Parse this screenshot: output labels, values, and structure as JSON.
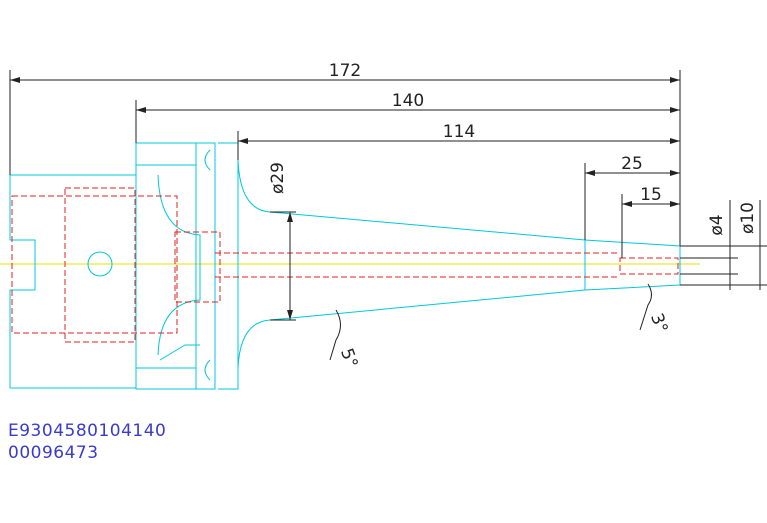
{
  "drawing": {
    "colors": {
      "outline": "#00c8d8",
      "hidden": "#e02020",
      "center": "#e8e000",
      "dimension": "#222222",
      "code": "#3a3ad0"
    },
    "dimensions": {
      "overall": "172",
      "to_flange": "140",
      "to_taper": "114",
      "tip_25": "25",
      "tip_15": "15",
      "dia_29": "ø29",
      "dia_4": "ø4",
      "dia_10": "ø10",
      "angle_5": "5°",
      "angle_3": "3°"
    },
    "codes": {
      "line1": "E9304580104140",
      "line2": "00096473"
    }
  }
}
